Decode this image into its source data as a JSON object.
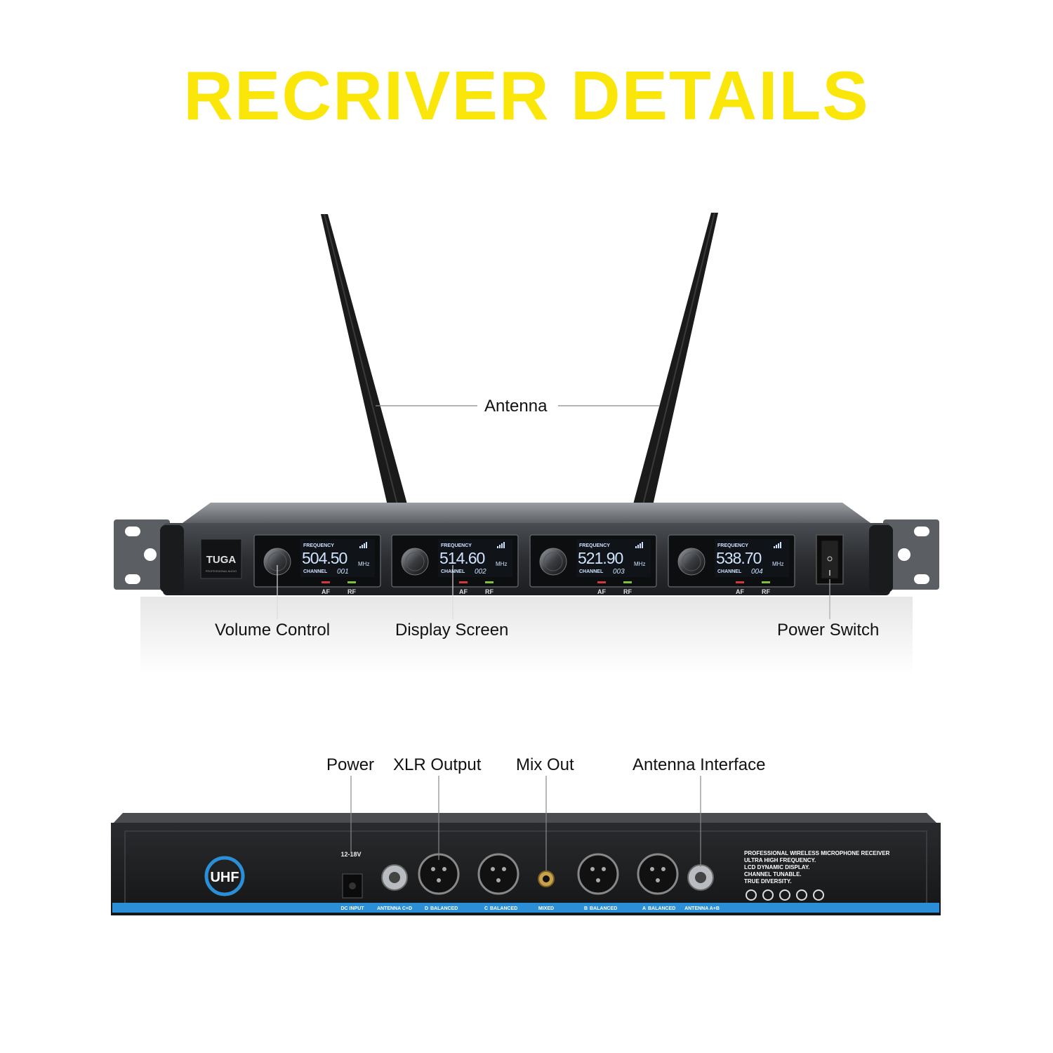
{
  "title": "RECRIVER DETAILS",
  "front": {
    "labels": {
      "antenna": "Antenna",
      "volume": "Volume Control",
      "display": "Display Screen",
      "power_switch": "Power Switch"
    },
    "brand": "TUGA",
    "brand_sub": "PROFESSIONAL AUDIO",
    "channels": [
      {
        "freq": "504.50",
        "unit": "MHz",
        "channel": "001",
        "freq_label": "FREQUENCY",
        "channel_label": "CHANNEL",
        "af": "AF",
        "rf": "RF"
      },
      {
        "freq": "514.60",
        "unit": "MHz",
        "channel": "002",
        "freq_label": "FREQUENCY",
        "channel_label": "CHANNEL",
        "af": "AF",
        "rf": "RF"
      },
      {
        "freq": "521.90",
        "unit": "MHz",
        "channel": "003",
        "freq_label": "FREQUENCY",
        "channel_label": "CHANNEL",
        "af": "AF",
        "rf": "RF"
      },
      {
        "freq": "538.70",
        "unit": "MHz",
        "channel": "004",
        "freq_label": "FREQUENCY",
        "channel_label": "CHANNEL",
        "af": "AF",
        "rf": "RF"
      }
    ]
  },
  "rear": {
    "labels": {
      "power": "Power",
      "xlr": "XLR Output",
      "mix": "Mix Out",
      "antenna_interface": "Antenna Interface"
    },
    "uhf": "UHF",
    "voltage": "12-18V",
    "dc_input": "DC INPUT",
    "antenna_cd": "ANTENNA C+D",
    "d_balanced": "BALANCED",
    "c_balanced": "BALANCED",
    "mixed": "MIXED",
    "b_balanced": "BALANCED",
    "a_balanced": "BALANCED",
    "antenna_ab": "ANTENNA A+B",
    "port_letters": [
      "D",
      "C",
      "B",
      "A"
    ],
    "spec_lines": [
      "PROFESSIONAL WIRELESS MICROPHONE RECEIVER",
      "ULTRA HIGH FREQUENCY.",
      "LCD DYNAMIC DISPLAY.",
      "CHANNEL TUNABLE.",
      "TRUE DIVERSITY."
    ]
  },
  "colors": {
    "title": "#fbe60a",
    "lcd_text": "#cfe3ff",
    "accent_stripe": "#2a8fd6"
  }
}
